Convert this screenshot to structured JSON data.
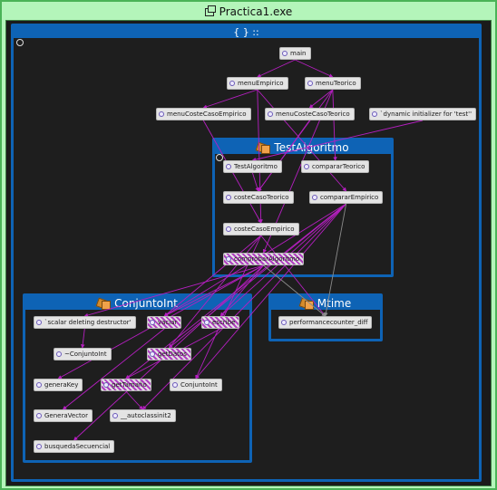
{
  "window": {
    "title": "Practica1.exe",
    "icon": "window-stack-icon"
  },
  "namespace": {
    "label": "{ } ::",
    "icon": "namespace-braces-icon"
  },
  "groups": {
    "test_algoritmo": {
      "title": "TestAlgoritmo"
    },
    "conjunto_int": {
      "title": "ConjuntoInt"
    },
    "mtime": {
      "title": "Mtime"
    }
  },
  "nodes": {
    "main": "main",
    "menu_empirico": "menuEmpirico",
    "menu_teorico": "menuTeorico",
    "menu_coste_empirico": "menuCosteCasoEmpirico",
    "menu_coste_teorico": "menuCosteCasoTeorico",
    "dyn_init": "`dynamic initializer for 'test''",
    "test_algoritmo": "TestAlgoritmo",
    "comparar_teorico": "compararTeorico",
    "coste_teorico": "costeCasoTeorico",
    "comparar_empirico": "compararEmpirico",
    "coste_empirico": "costeCasoEmpirico",
    "comprobar": "comprobarAlgoritmo",
    "scalar_dtor": "`scalar deleting destructor'",
    "vaciar": "vaciar",
    "escribe": "escribe",
    "dtor": "~ConjuntoInt",
    "get_datos": "getDatos",
    "genera_key": "generaKey",
    "get_tamano": "getTamaño",
    "ctor": "ConjuntoInt",
    "genera_vector": "GeneraVector",
    "autoclassinit": "__autoclassinit2",
    "busqueda": "busquedaSecuencial",
    "perf_counter": "performancecounter_diff"
  },
  "colors": {
    "edge": "#b51fc0",
    "edge_gray": "#8a8a8a",
    "container": "#0e63b5",
    "outer_bg": "#b4f5ba"
  }
}
